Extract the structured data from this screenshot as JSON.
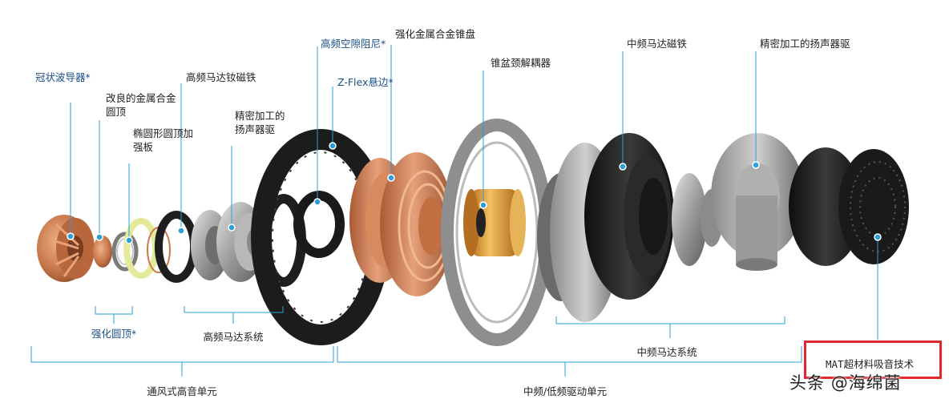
{
  "labels": {
    "waveguide": "冠状波导器*",
    "metal_dome": "改良的金属合金圆顶",
    "oval_plate": "椭圆形圆顶加强板",
    "hf_magnet": "高频马达钕磁铁",
    "hf_chassis": "精密加工的扬声器驱",
    "gap_damper": "高频空隙阻尼*",
    "metal_cone": "强化金属合金锥盘",
    "zflex": "Z-Flex悬边*",
    "decoupler": "锥盆颈解耦器",
    "mf_magnet": "中频马达磁铁",
    "mf_chassis": "精密加工的扬声器驱"
  },
  "groups": {
    "reinforced_dome": "强化圆顶*",
    "hf_motor": "高频马达系统",
    "mf_motor": "中频马达系统",
    "tweeter_unit": "通风式高音单元",
    "mid_woofer_unit": "中频/低频驱动单元",
    "mat": "MAT超材料吸音技术"
  },
  "watermark": {
    "prefix": "头条",
    "handle": "@海绵菌"
  },
  "colors": {
    "blue_line": "#2a9fd8",
    "label_blue": "#1d4f8a",
    "highlight_red": "#e0292e",
    "copper": "#c8784a",
    "black_ring": "#1e1e1e",
    "silver": "#a8a8a8",
    "yellow_ring": "#e4ea9a",
    "amber_coil": "#e3a43a"
  }
}
